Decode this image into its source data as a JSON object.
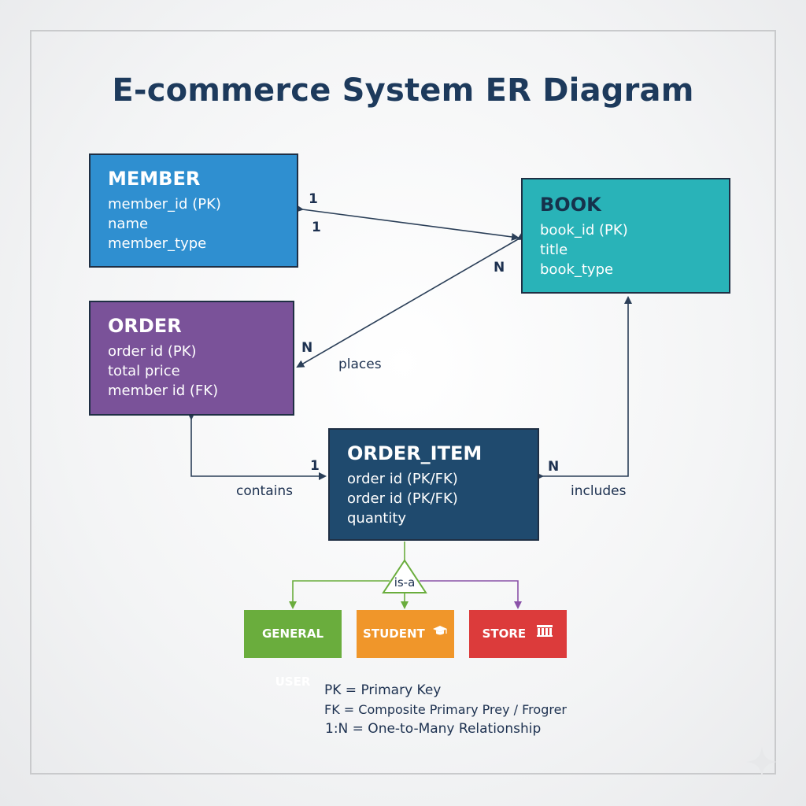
{
  "title": "E-commerce System ER Diagram",
  "entities": {
    "member": {
      "name": "MEMBER",
      "attrs": [
        "member_id (PK)",
        "name",
        "member_type"
      ]
    },
    "book": {
      "name": "BOOK",
      "attrs": [
        "book_id (PK)",
        "title",
        "book_type"
      ]
    },
    "order": {
      "name": "ORDER",
      "attrs": [
        "order id (PK)",
        "total price",
        "member id (FK)"
      ]
    },
    "order_item": {
      "name": "ORDER_ITEM",
      "attrs": [
        "order id (PK/FK)",
        "order id (PK/FK)",
        "quantity"
      ]
    }
  },
  "relationships": {
    "places": "places",
    "contains": "contains",
    "includes": "includes",
    "isa": "is-a"
  },
  "cardinalities": {
    "member_top": "1",
    "member_bottom": "1",
    "book_n": "N",
    "order_n": "N",
    "order_item_1": "1",
    "order_item_n": "N"
  },
  "subtypes": {
    "general_user": "GENERAL USER",
    "student": "STUDENT",
    "store": "STORE"
  },
  "legend": [
    "PK = Primary Key",
    "FK = Composite Primary Prey / Frogrer",
    "1:N = One-to-Many Relationship"
  ],
  "colors": {
    "member": "#2f8fd0",
    "book": "#29b3b8",
    "order": "#7a5299",
    "order_item": "#1f4a6e",
    "general_user": "#6aad3d",
    "student": "#f0962a",
    "store": "#dc3b3b",
    "title": "#1d3a5c"
  }
}
